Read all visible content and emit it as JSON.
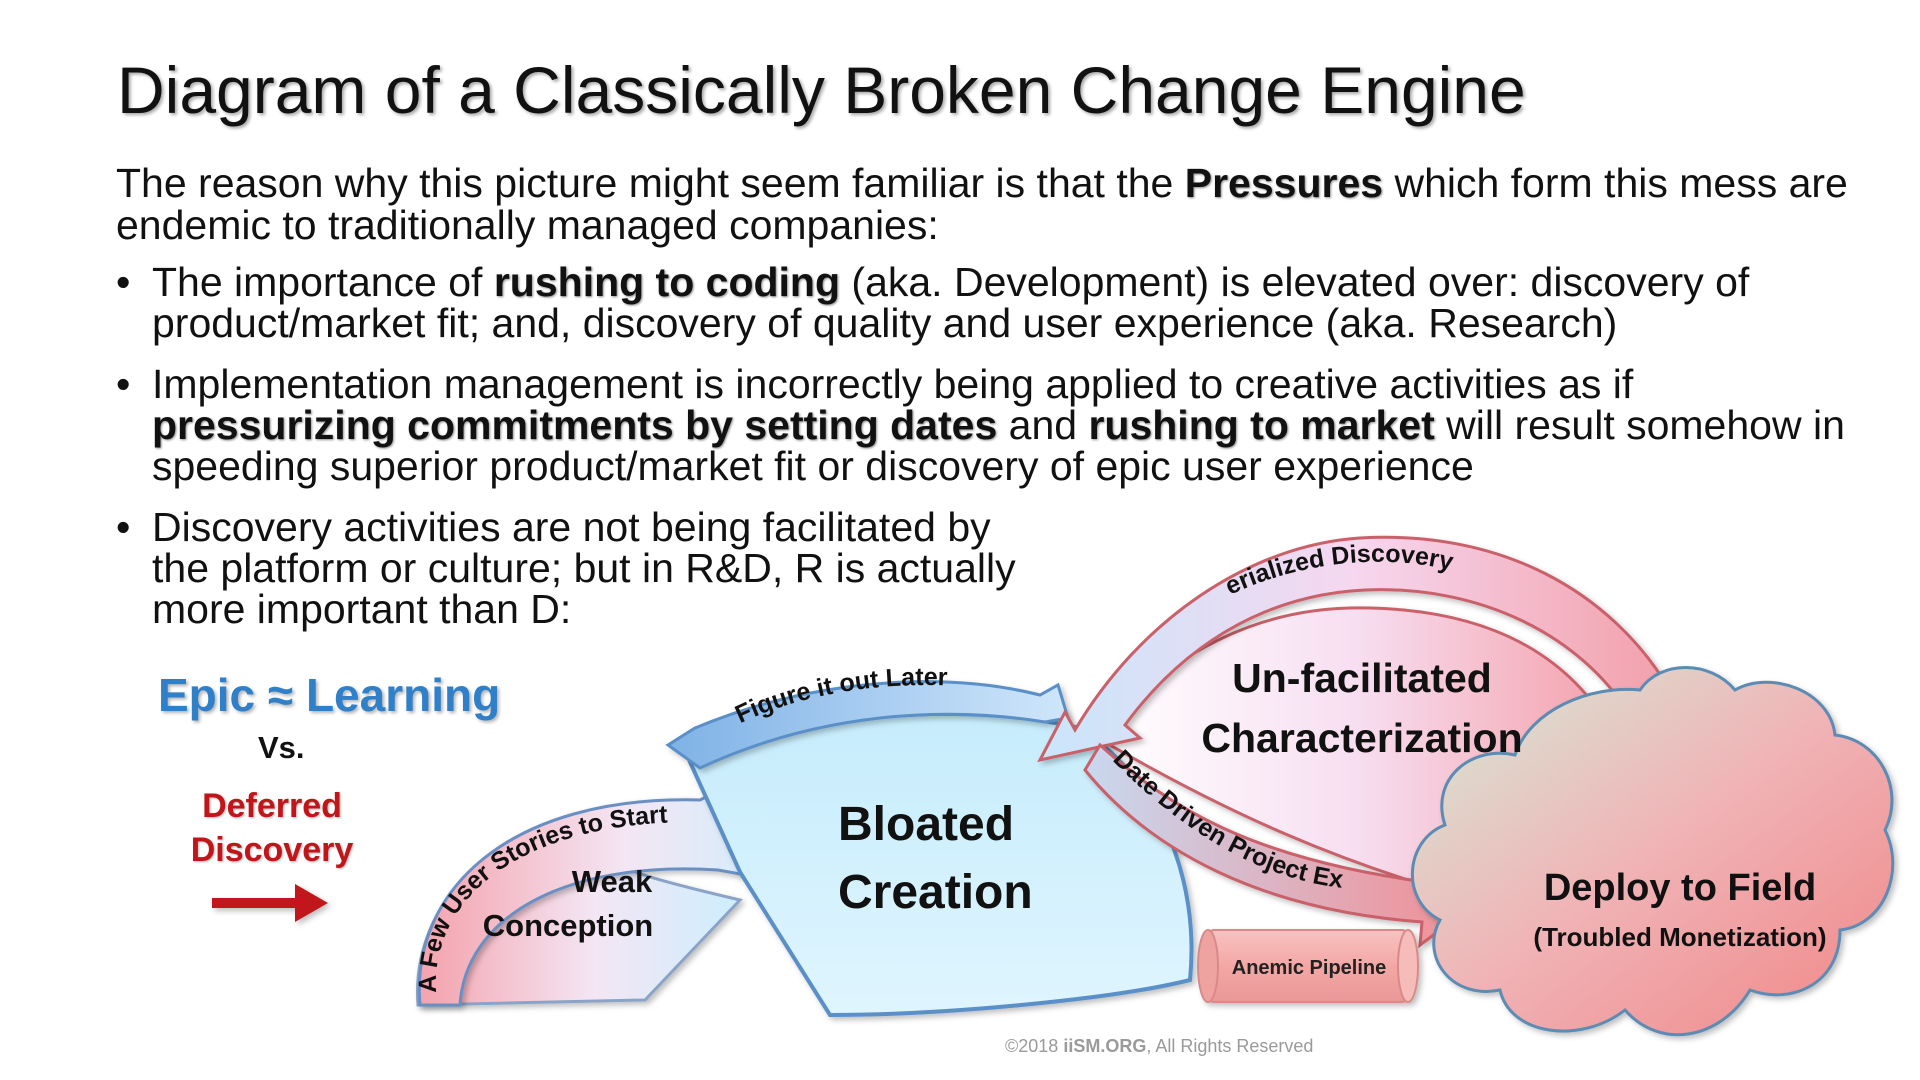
{
  "slide": {
    "title": "Diagram of a Classically Broken Change Engine",
    "intro": {
      "before": "The reason why this picture might seem familiar is that the ",
      "bold": "Pressures",
      "after": " which form this mess are endemic to traditionally managed companies:"
    },
    "bullet_symbol": "•",
    "bullets": [
      {
        "p1": "The importance of ",
        "b1": "rushing to coding",
        "p2": " (aka. Development) is elevated over: discovery of product/market fit; and, discovery of quality and user experience (aka. Research)"
      },
      {
        "p1": "Implementation management is incorrectly being applied to creative activities as if ",
        "b1": "pressurizing commitments by setting dates",
        "p2": " and ",
        "b2": "rushing to market",
        "p3": " will result somehow in speeding superior product/market fit or discovery of epic user experience"
      },
      {
        "p1": "Discovery activities are not being facilitated by the platform or culture; but in R&D, R is actually more important than D:"
      }
    ]
  },
  "legend": {
    "epic": "Epic ≈ Learning",
    "vs": "Vs.",
    "deferred": "Deferred Discovery"
  },
  "diagram": {
    "arrow_few_stories": "A Few User Stories to Start",
    "arrow_figure_later": "Figure it out Later",
    "arrow_serialized": "Serialized Discovery",
    "arrow_date_driven": "Date Driven Project Execution",
    "weak_line1": "Weak",
    "weak_line2": "Conception",
    "bloated_line1": "Bloated",
    "bloated_line2": "Creation",
    "unfac_line1": "Un-facilitated",
    "unfac_line2": "Characterization",
    "pipeline": "Anemic Pipeline",
    "deploy_line1": "Deploy to Field",
    "deploy_line2": "(Troubled Monetization)",
    "colors": {
      "pink": "#f4a3ad",
      "light_blue": "#cdeefd",
      "blue_edge": "#5a8fc8",
      "red_edge": "#c9606a",
      "deferred_red": "#c0161a",
      "epic_blue": "#2f80c8"
    }
  },
  "footer": {
    "prefix": "©2018 ",
    "brand": "iiSM.ORG",
    "suffix": ",  All Rights Reserved"
  }
}
